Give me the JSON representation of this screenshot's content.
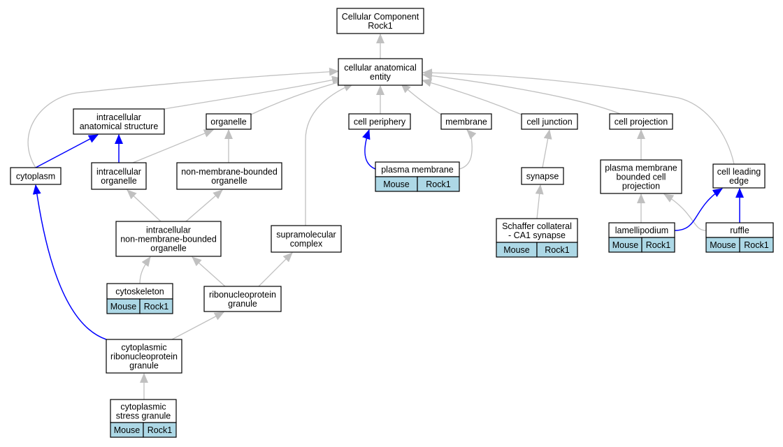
{
  "colors": {
    "is_a_edge": "#c0c0c0",
    "part_of_edge": "#0000ff",
    "annotation_fill": "#add8e6",
    "node_border": "#000000"
  },
  "nodes": {
    "root": {
      "lines": [
        "Cellular Component",
        "Rock1"
      ]
    },
    "cae": {
      "lines": [
        "cellular anatomical",
        "entity"
      ]
    },
    "ias": {
      "lines": [
        "intracellular",
        "anatomical structure"
      ]
    },
    "organelle": {
      "lines": [
        "organelle"
      ]
    },
    "cellperiph": {
      "lines": [
        "cell periphery"
      ]
    },
    "membrane": {
      "lines": [
        "membrane"
      ]
    },
    "celljunction": {
      "lines": [
        "cell junction"
      ]
    },
    "cellproj": {
      "lines": [
        "cell projection"
      ]
    },
    "cytoplasm": {
      "lines": [
        "cytoplasm"
      ]
    },
    "intraorg": {
      "lines": [
        "intracellular",
        "organelle"
      ]
    },
    "nmbo": {
      "lines": [
        "non-membrane-bounded",
        "organelle"
      ]
    },
    "plasmamem": {
      "lines": [
        "plasma membrane"
      ],
      "annotation": [
        "Mouse",
        "Rock1"
      ]
    },
    "synapse": {
      "lines": [
        "synapse"
      ]
    },
    "pmbcp": {
      "lines": [
        "plasma membrane",
        "bounded cell",
        "projection"
      ]
    },
    "cle": {
      "lines": [
        "cell leading",
        "edge"
      ]
    },
    "inmbo": {
      "lines": [
        "intracellular",
        "non-membrane-bounded",
        "organelle"
      ]
    },
    "supramol": {
      "lines": [
        "supramolecular",
        "complex"
      ]
    },
    "schaffer": {
      "lines": [
        "Schaffer collateral",
        "- CA1 synapse"
      ],
      "annotation": [
        "Mouse",
        "Rock1"
      ]
    },
    "lamelli": {
      "lines": [
        "lamellipodium"
      ],
      "annotation": [
        "Mouse",
        "Rock1"
      ]
    },
    "ruffle": {
      "lines": [
        "ruffle"
      ],
      "annotation": [
        "Mouse",
        "Rock1"
      ]
    },
    "cytoskel": {
      "lines": [
        "cytoskeleton"
      ],
      "annotation": [
        "Mouse",
        "Rock1"
      ]
    },
    "rnpg": {
      "lines": [
        "ribonucleoprotein",
        "granule"
      ]
    },
    "crnpg": {
      "lines": [
        "cytoplasmic",
        "ribonucleoprotein",
        "granule"
      ]
    },
    "csg": {
      "lines": [
        "cytoplasmic",
        "stress granule"
      ],
      "annotation": [
        "Mouse",
        "Rock1"
      ]
    }
  },
  "edges": [
    {
      "from": "cae",
      "to": "root",
      "type": "is_a"
    },
    {
      "from": "ias",
      "to": "cae",
      "type": "is_a"
    },
    {
      "from": "organelle",
      "to": "cae",
      "type": "is_a"
    },
    {
      "from": "cellperiph",
      "to": "cae",
      "type": "is_a"
    },
    {
      "from": "membrane",
      "to": "cae",
      "type": "is_a"
    },
    {
      "from": "celljunction",
      "to": "cae",
      "type": "is_a"
    },
    {
      "from": "cellproj",
      "to": "cae",
      "type": "is_a"
    },
    {
      "from": "cytoplasm",
      "to": "cae",
      "type": "is_a"
    },
    {
      "from": "supramol",
      "to": "cae",
      "type": "is_a"
    },
    {
      "from": "cle",
      "to": "cae",
      "type": "is_a"
    },
    {
      "from": "cytoplasm",
      "to": "ias",
      "type": "part_of"
    },
    {
      "from": "intraorg",
      "to": "ias",
      "type": "part_of"
    },
    {
      "from": "intraorg",
      "to": "organelle",
      "type": "is_a"
    },
    {
      "from": "nmbo",
      "to": "organelle",
      "type": "is_a"
    },
    {
      "from": "plasmamem",
      "to": "cellperiph",
      "type": "part_of"
    },
    {
      "from": "plasmamem",
      "to": "membrane",
      "type": "is_a"
    },
    {
      "from": "synapse",
      "to": "celljunction",
      "type": "is_a"
    },
    {
      "from": "pmbcp",
      "to": "cellproj",
      "type": "is_a"
    },
    {
      "from": "inmbo",
      "to": "intraorg",
      "type": "is_a"
    },
    {
      "from": "inmbo",
      "to": "nmbo",
      "type": "is_a"
    },
    {
      "from": "schaffer",
      "to": "synapse",
      "type": "is_a"
    },
    {
      "from": "lamelli",
      "to": "pmbcp",
      "type": "is_a"
    },
    {
      "from": "ruffle",
      "to": "pmbcp",
      "type": "is_a"
    },
    {
      "from": "lamelli",
      "to": "cle",
      "type": "part_of"
    },
    {
      "from": "ruffle",
      "to": "cle",
      "type": "part_of"
    },
    {
      "from": "cytoskel",
      "to": "inmbo",
      "type": "is_a"
    },
    {
      "from": "rnpg",
      "to": "inmbo",
      "type": "is_a"
    },
    {
      "from": "rnpg",
      "to": "supramol",
      "type": "is_a"
    },
    {
      "from": "crnpg",
      "to": "rnpg",
      "type": "is_a"
    },
    {
      "from": "crnpg",
      "to": "cytoplasm",
      "type": "part_of"
    },
    {
      "from": "csg",
      "to": "crnpg",
      "type": "is_a"
    }
  ]
}
